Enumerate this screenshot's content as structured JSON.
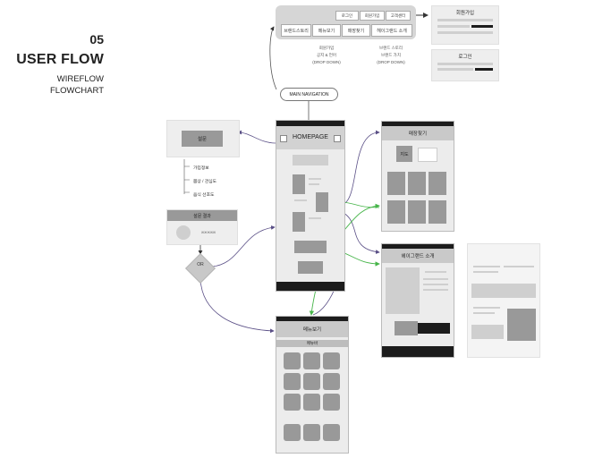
{
  "header": {
    "number": "05",
    "title": "USER FLOW",
    "subtitle_line1": "WIREFLOW",
    "subtitle_line2": "FLOWCHART"
  },
  "navigation": {
    "top_buttons": [
      "로그인",
      "회원가입",
      "고객센터"
    ],
    "main_buttons": [
      "브랜드스토리",
      "메뉴보기",
      "매장찾기",
      "헤이그랜드 소개"
    ],
    "dropdown_left": [
      "회원가입",
      "공지 & 언어"
    ],
    "dropdown_right": [
      "브랜드 스토리",
      "브랜드 가치"
    ],
    "dropdown_note": "(DROP DOWN)",
    "pill_label": "MAIN NAVIGATION"
  },
  "auth_cards": {
    "signup_title": "회원가입",
    "login_title": "로그인"
  },
  "homepage": {
    "label": "HOMEPAGE"
  },
  "survey": {
    "button": "설문",
    "items": [
      "가입정보",
      "몸상 / 관심도",
      "음식 선호도"
    ],
    "result_title": "설문 결과",
    "result_text": "ЖЖЖЖЖ"
  },
  "decision": {
    "label": "OR"
  },
  "store": {
    "title": "매장찾기",
    "map_label": "지도"
  },
  "about": {
    "title": "헤이그랜드 소개"
  },
  "menu": {
    "title": "메뉴보기",
    "subtitle": "메뉴바"
  },
  "colors": {
    "panel_gray": "#d6d6d6",
    "dark_bar": "#1c1c1c",
    "green_arrow": "#47b54a",
    "purple_line": "#5a4f86"
  }
}
